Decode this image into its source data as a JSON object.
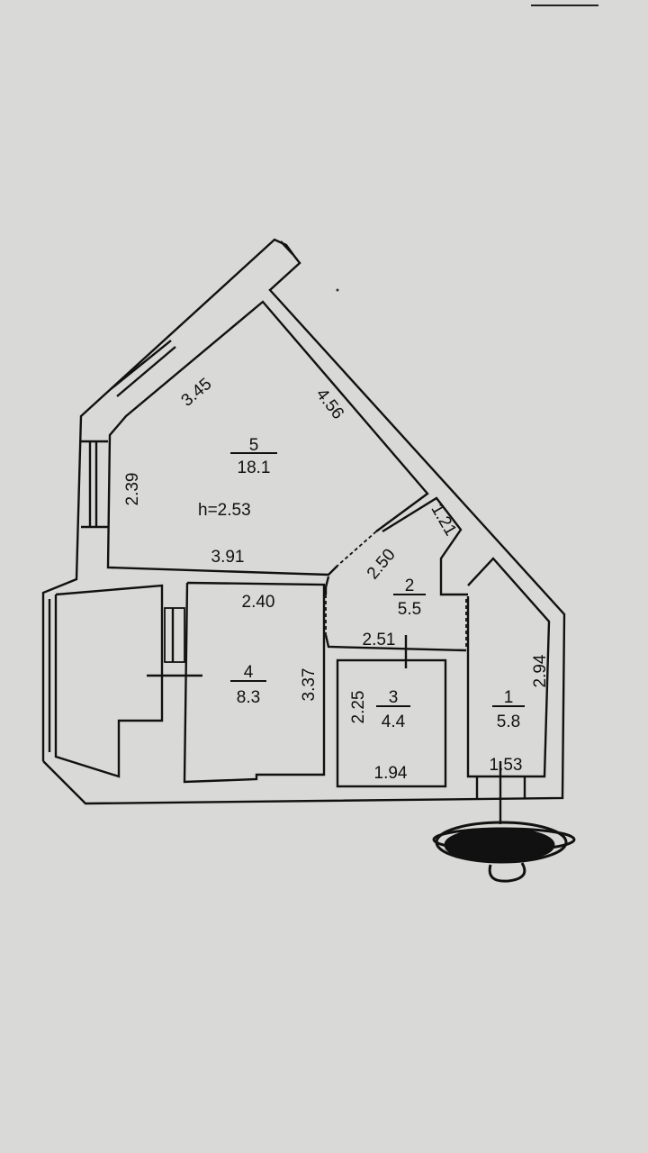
{
  "plan": {
    "rooms": [
      {
        "number": "1",
        "area": "5.8"
      },
      {
        "number": "2",
        "area": "5.5"
      },
      {
        "number": "3",
        "area": "4.4"
      },
      {
        "number": "4",
        "area": "8.3"
      },
      {
        "number": "5",
        "area": "18.1"
      }
    ],
    "ceiling_height": "h=2.53",
    "dimensions": {
      "room5_top": "3.45",
      "room5_diag": "4.56",
      "room5_left": "2.39",
      "room5_bottom": "3.91",
      "room2_top": "1.21",
      "room2_diag": "2.50",
      "room2_bottom": "2.51",
      "room4_top": "2.40",
      "room4_right": "3.37",
      "room3_left": "2.25",
      "room3_bottom": "1.94",
      "room1_right": "2.94",
      "room1_bottom": "1.53"
    }
  }
}
